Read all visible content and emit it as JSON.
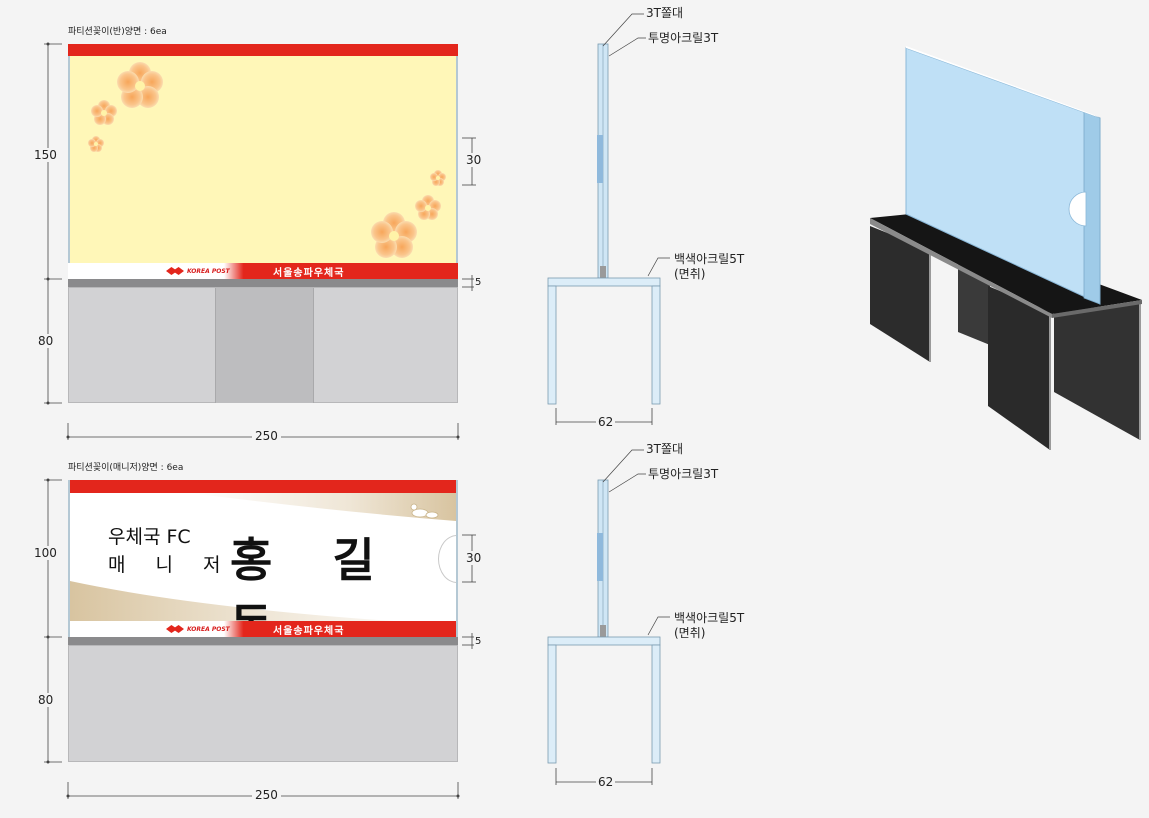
{
  "panel1": {
    "caption": "파티션꽂이(반)양면 : 6ea",
    "dim_height_top": "150",
    "dim_height_bottom": "80",
    "dim_width": "250",
    "dim_slot": "30",
    "dim_rail": "5",
    "brand_logo": "KOREA POST",
    "office_name": "서울송파우체국"
  },
  "panel2": {
    "caption": "파티션꽂이(매니저)양면 : 6ea",
    "dim_height_top": "100",
    "dim_height_bottom": "80",
    "dim_width": "250",
    "dim_slot": "30",
    "dim_rail": "5",
    "line1": "우체국 FC",
    "line2": "매 니 저",
    "name": "홍 길 동",
    "brand_logo": "KOREA POST",
    "office_name": "서울송파우체국"
  },
  "side1": {
    "pole_label": "3T쫄대",
    "acrylic_label": "투명아크릴3T",
    "base_label_1": "백색아크릴5T",
    "base_label_2": "(면취)",
    "dim_depth": "62"
  },
  "side2": {
    "pole_label": "3T쫄대",
    "acrylic_label": "투명아크릴3T",
    "base_label_1": "백색아크릴5T",
    "base_label_2": "(면취)",
    "dim_depth": "62"
  },
  "colors": {
    "red": "#e3261c",
    "cream": "#fff7b8",
    "grey_panel": "#d2d2d4",
    "dark_grey": "#8a8a8c",
    "acrylic": "#cfe6f5",
    "black_desk": "#2a2a2a"
  }
}
